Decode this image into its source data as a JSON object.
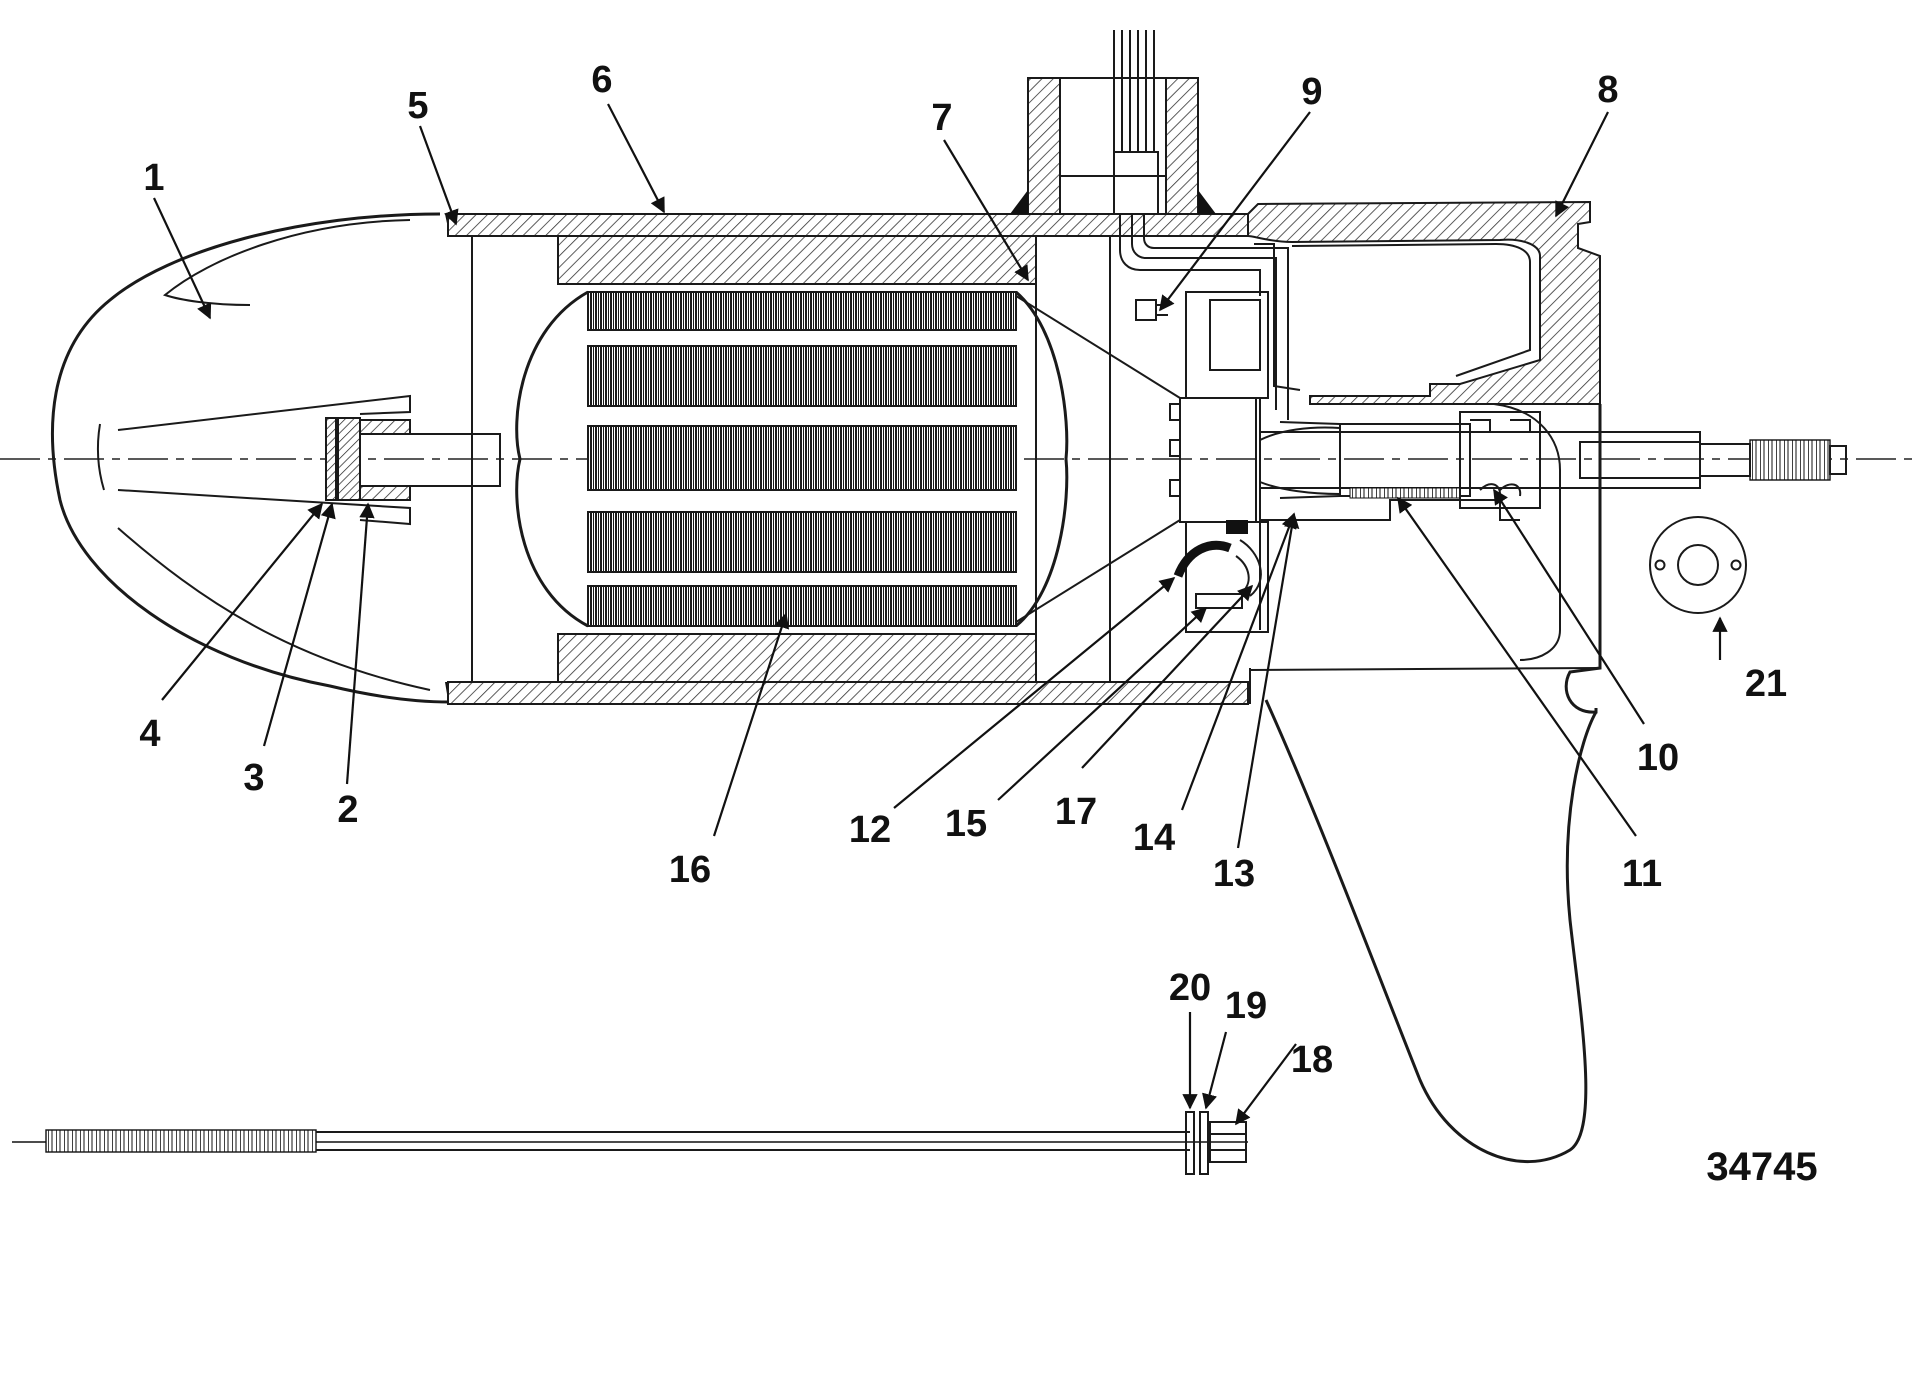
{
  "diagram": {
    "reference_number": "34745",
    "callouts": [
      {
        "id": "1",
        "label": "1"
      },
      {
        "id": "2",
        "label": "2"
      },
      {
        "id": "3",
        "label": "3"
      },
      {
        "id": "4",
        "label": "4"
      },
      {
        "id": "5",
        "label": "5"
      },
      {
        "id": "6",
        "label": "6"
      },
      {
        "id": "7",
        "label": "7"
      },
      {
        "id": "8",
        "label": "8"
      },
      {
        "id": "9",
        "label": "9"
      },
      {
        "id": "10",
        "label": "10"
      },
      {
        "id": "11",
        "label": "11"
      },
      {
        "id": "12",
        "label": "12"
      },
      {
        "id": "13",
        "label": "13"
      },
      {
        "id": "14",
        "label": "14"
      },
      {
        "id": "15",
        "label": "15"
      },
      {
        "id": "16",
        "label": "16"
      },
      {
        "id": "17",
        "label": "17"
      },
      {
        "id": "18",
        "label": "18"
      },
      {
        "id": "19",
        "label": "19"
      },
      {
        "id": "20",
        "label": "20"
      },
      {
        "id": "21",
        "label": "21"
      }
    ]
  }
}
